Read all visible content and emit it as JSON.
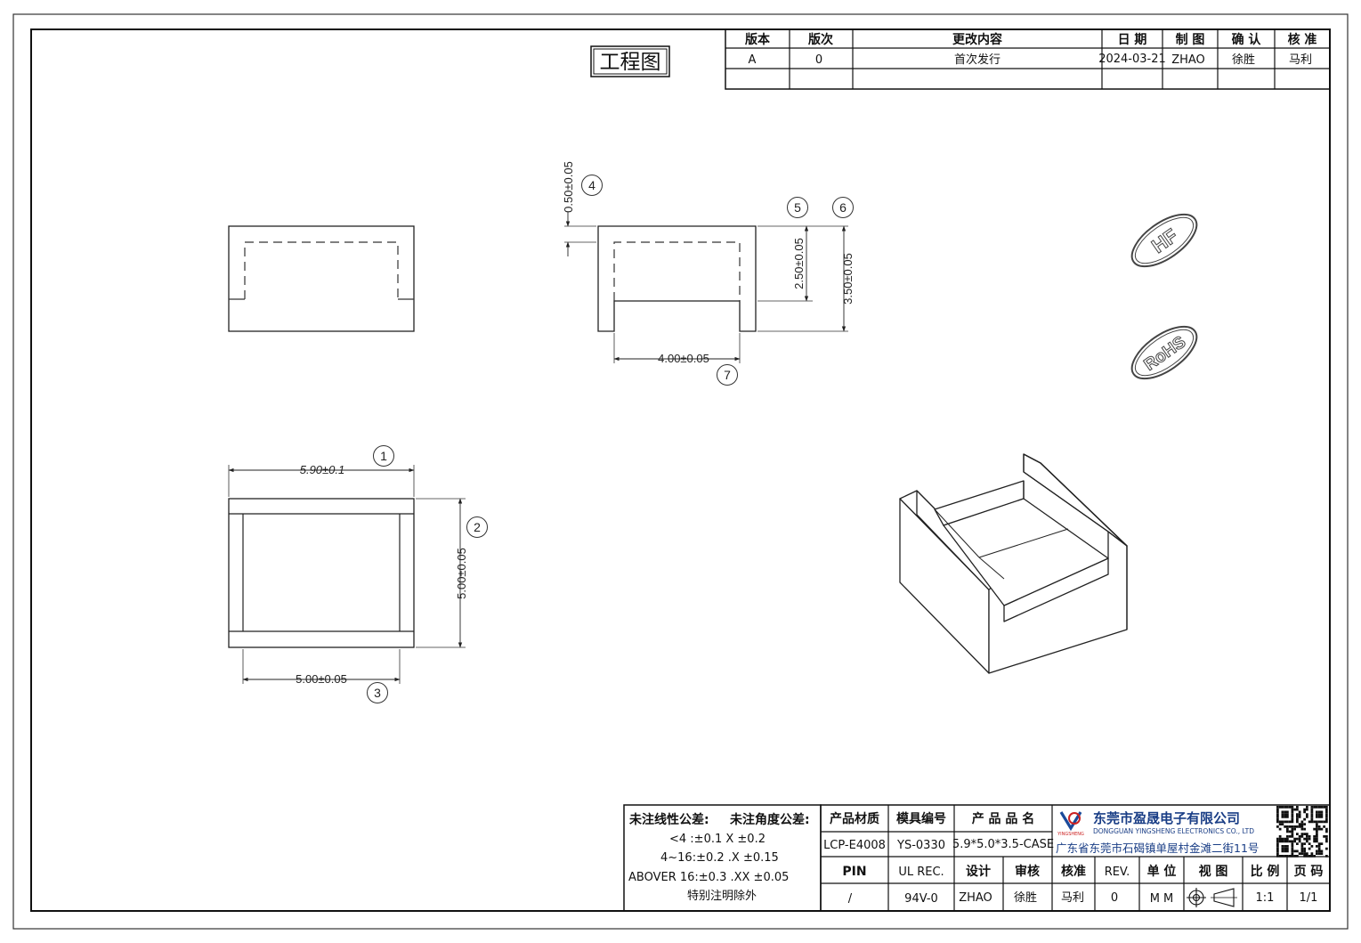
{
  "title": "工程图",
  "revision_table": {
    "headers": [
      "版本",
      "版次",
      "更改内容",
      "日 期",
      "制 图",
      "确 认",
      "核 准"
    ],
    "rows": [
      [
        "A",
        "0",
        "首次发行",
        "2024-03-21",
        "ZHAO",
        "徐胜",
        "马利"
      ]
    ]
  },
  "dimensions": {
    "d1": "5.90±0.1",
    "d2": "5.00±0.05",
    "d3": "5.00±0.05",
    "d4": "0.50±0.05",
    "d5": "2.50±0.05",
    "d6": "3.50±0.05",
    "d7": "4.00±0.05"
  },
  "balloons": [
    "1",
    "2",
    "3",
    "4",
    "5",
    "6",
    "7"
  ],
  "stamps": {
    "hf": "HF",
    "rohs": "RoHS"
  },
  "tolerance": {
    "heading_linear": "未注线性公差:",
    "heading_angle": "未注角度公差:",
    "line1": "<4 :±0.1  X ±0.2",
    "line2": "4~16:±0.2  .X ±0.15",
    "line3": "ABOVER 16:±0.3  .XX ±0.05",
    "note": "特别注明除外"
  },
  "title_block": {
    "material_label": "产品材质",
    "material_value": "LCP-E4008",
    "mold_label": "模具编号",
    "mold_value": "YS-0330",
    "product_label": "产 品 品 名",
    "product_value": "5.9*5.0*3.5-CASE",
    "company_cn": "东莞市盈晟电子有限公司",
    "company_en": "DONGGUAN YINGSHENG ELECTRONICS CO., LTD",
    "logo_text": "YINGSHENG",
    "address": "广东省东莞市石碣镇单屋村金滩二街11号",
    "pin_label": "PIN",
    "pin_value": "/",
    "ul_label": "UL REC.",
    "ul_value": "94V-0",
    "design_label": "设计",
    "design_value": "ZHAO",
    "review_label": "审核",
    "review_value": "徐胜",
    "approve_label": "核准",
    "approve_value": "马利",
    "rev_label": "REV.",
    "rev_value": "0",
    "unit_label": "单 位",
    "unit_value": "M M",
    "view_label": "视 图",
    "scale_label": "比 例",
    "scale_value": "1:1",
    "page_label": "页 码",
    "page_value": "1/1"
  }
}
